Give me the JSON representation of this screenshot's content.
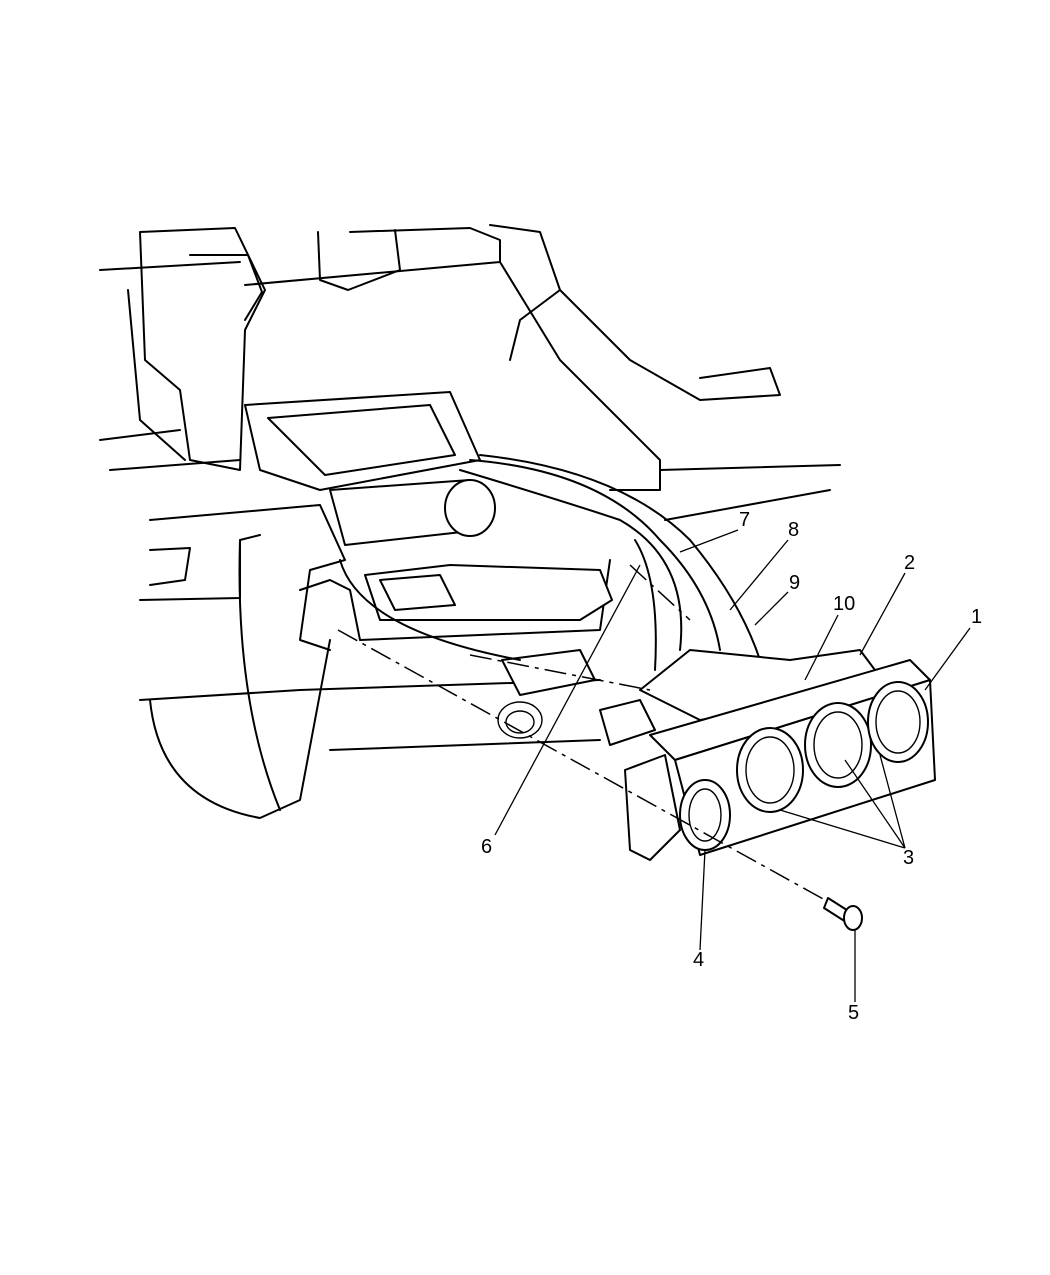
{
  "diagram": {
    "type": "parts-exploded-view",
    "callouts": [
      {
        "id": "callout-1",
        "label": "1"
      },
      {
        "id": "callout-2",
        "label": "2"
      },
      {
        "id": "callout-3",
        "label": "3"
      },
      {
        "id": "callout-4",
        "label": "4"
      },
      {
        "id": "callout-5",
        "label": "5"
      },
      {
        "id": "callout-6",
        "label": "6"
      },
      {
        "id": "callout-7",
        "label": "7"
      },
      {
        "id": "callout-8",
        "label": "8"
      },
      {
        "id": "callout-9",
        "label": "9"
      },
      {
        "id": "callout-10",
        "label": "10"
      }
    ]
  }
}
